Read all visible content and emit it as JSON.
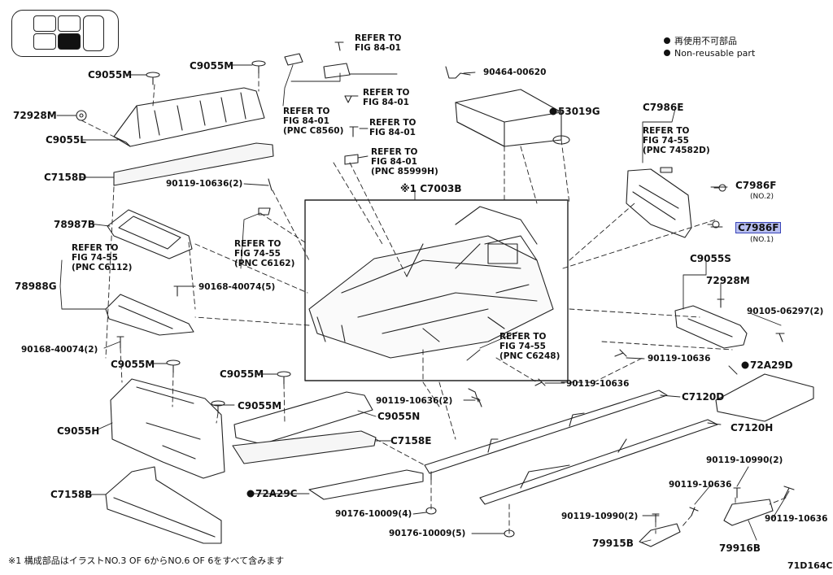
{
  "diagram_code": "71D164C",
  "legend": {
    "text_jp": "再使用不可部品",
    "text_en": "Non-reusable part"
  },
  "footnote": "※1 構成部品はイラストNO.3 OF 6からNO.6 OF 6をすべて含みます",
  "parts": {
    "c9055m_a": "C9055M",
    "c9055m_b": "C9055M",
    "c9055m_c": "C9055M",
    "c9055m_d": "C9055M",
    "c9055m_e": "C9055M",
    "p72928m_left": "72928M",
    "p72928m_right": "72928M",
    "c9055l": "C9055L",
    "c7158d": "C7158D",
    "p78987b": "78987B",
    "p78988g": "78988G",
    "p90168_40074_5": "90168-40074(5)",
    "p90168_40074_2": "90168-40074(2)",
    "c9055h": "C9055H",
    "c7158b": "C7158B",
    "c9055n": "C9055N",
    "c7158e": "C7158E",
    "p72a29c": "72A29C",
    "p90176_10009_4": "90176-10009(4)",
    "p90176_10009_5": "90176-10009(5)",
    "p90119_10636_2_top": "90119-10636(2)",
    "p90464_00620": "90464-00620",
    "p53019g": "53019G",
    "c7003b": "※1 C7003B",
    "c7986e": "C7986E",
    "c7986f_no2": "C7986F",
    "c7986f_no2_qual": "(NO.2)",
    "c7986f_no1": "C7986F",
    "c7986f_no1_qual": "(NO.1)",
    "c9055s": "C9055S",
    "p90105_06297_2": "90105-06297(2)",
    "p90119_10636_r1": "90119-10636",
    "p72a29d": "72A29D",
    "p90119_10636_mid": "90119-10636",
    "p90119_10636_2_mid": "90119-10636(2)",
    "c7120d": "C7120D",
    "c7120h": "C7120H",
    "p90119_10990_2_right": "90119-10990(2)",
    "p90119_10636_b1": "90119-10636",
    "p90119_10636_b2": "90119-10636",
    "p90119_10990_2_left": "90119-10990(2)",
    "p79915b": "79915B",
    "p79916b": "79916B"
  },
  "refs": {
    "r1": [
      "REFER TO",
      "FIG 84-01"
    ],
    "r2": [
      "REFER TO",
      "FIG 84-01",
      "(PNC C8560)"
    ],
    "r3": [
      "REFER TO",
      "FIG 84-01"
    ],
    "r4": [
      "REFER TO",
      "FIG 84-01"
    ],
    "r5": [
      "REFER TO",
      "FIG 84-01",
      "(PNC 85999H)"
    ],
    "r6": [
      "REFER TO",
      "FIG 74-55",
      "(PNC 74582D)"
    ],
    "r7": [
      "REFER TO",
      "FIG 74-55",
      "(PNC C6112)"
    ],
    "r8": [
      "REFER TO",
      "FIG 74-55",
      "(PNC C6162)"
    ],
    "r9": [
      "REFER TO",
      "FIG 74-55",
      "(PNC C6248)"
    ]
  },
  "highlight_color": "#b8bff0"
}
